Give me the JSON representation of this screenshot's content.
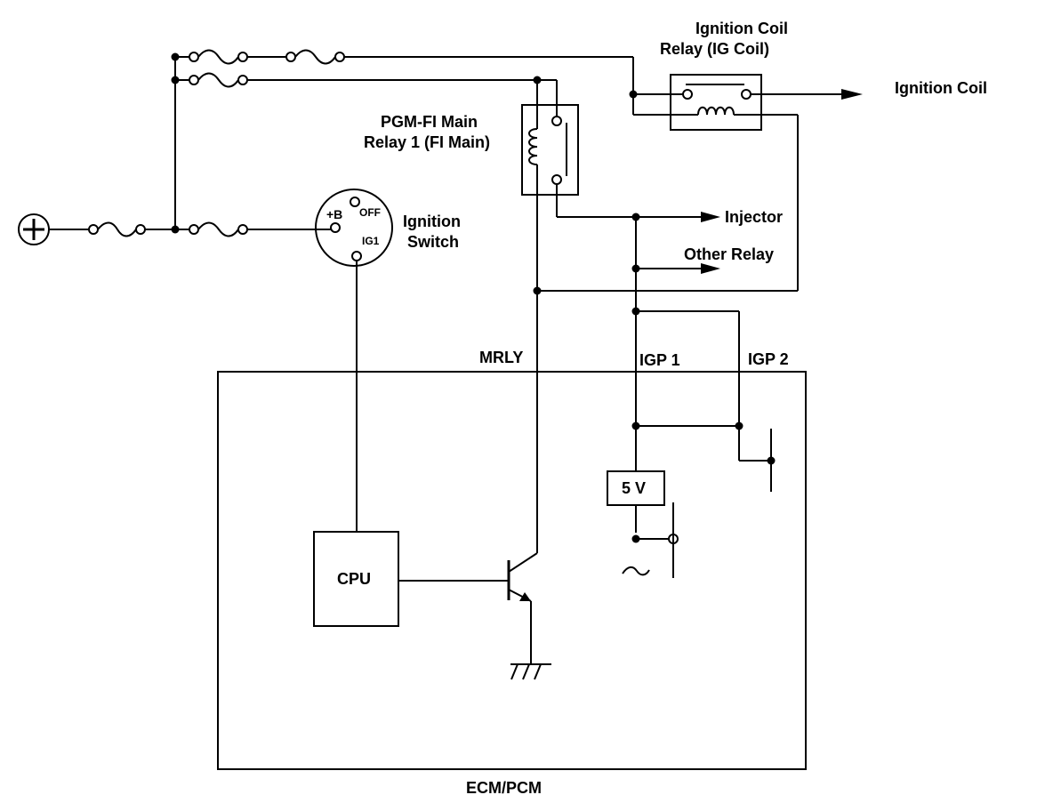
{
  "labels": {
    "ignition_coil_relay_line1": "Ignition Coil",
    "ignition_coil_relay_line2": "Relay (IG Coil)",
    "ignition_coil": "Ignition Coil",
    "pgm_fi_line1": "PGM-FI Main",
    "pgm_fi_line2": "Relay 1 (FI Main)",
    "injector": "Injector",
    "other_relay": "Other Relay",
    "ignition_switch_line1": "Ignition",
    "ignition_switch_line2": "Switch",
    "switch_plus_b": "+B",
    "switch_off": "OFF",
    "switch_ig1": "IG1",
    "mrly": "MRLY",
    "igp1": "IGP 1",
    "igp2": "IGP 2",
    "five_v": "5 V",
    "cpu": "CPU",
    "ecm_pcm": "ECM/PCM",
    "battery_symbol": "+"
  }
}
